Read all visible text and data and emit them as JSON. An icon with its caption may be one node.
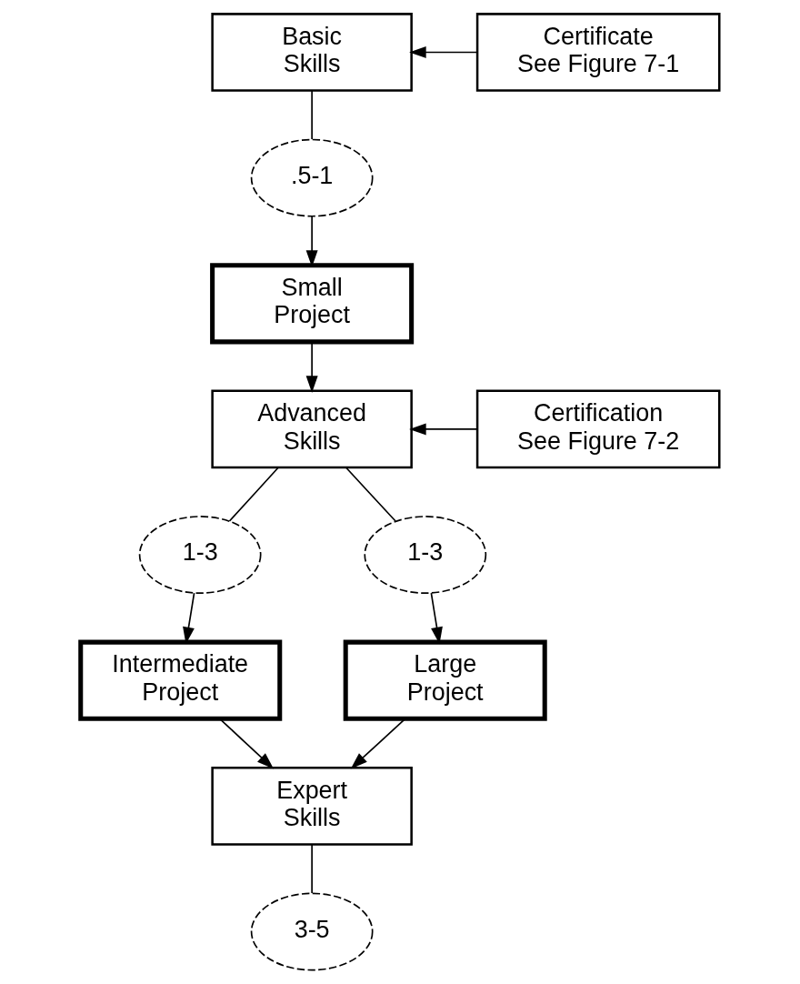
{
  "diagram": {
    "nodes": [
      {
        "text": [
          "Basic Skills"
        ]
      },
      {
        "text": [
          "Certificate See Figure 7-1"
        ]
      },
      {
        "text": [
          ".5-1"
        ]
      },
      {
        "text": [
          "Small Project"
        ]
      },
      {
        "text": [
          "Advanced Skills"
        ]
      },
      {
        "text": [
          "Certification See Figure 7-2"
        ]
      },
      {
        "text": [
          "1-3"
        ]
      },
      {
        "text": [
          "1-3"
        ]
      },
      {
        "text": [
          "Intermediate Project"
        ]
      },
      {
        "text": [
          "Large Project"
        ]
      },
      {
        "text": [
          "Expert Skills"
        ]
      },
      {
        "text": [
          "3-5"
        ]
      }
    ],
    "edges": [
      {
        "from": 1,
        "to": 0,
        "arrow": "to"
      },
      {
        "from": 0,
        "to": 2,
        "arrow": "none"
      },
      {
        "from": 2,
        "to": 3,
        "arrow": "to"
      },
      {
        "from": 3,
        "to": 4,
        "arrow": "to"
      },
      {
        "from": 5,
        "to": 4,
        "arrow": "to"
      },
      {
        "from": 4,
        "to": 6,
        "arrow": "none"
      },
      {
        "from": 4,
        "to": 7,
        "arrow": "none"
      },
      {
        "from": 6,
        "to": 8,
        "arrow": "to"
      },
      {
        "from": 7,
        "to": 9,
        "arrow": "to"
      },
      {
        "from": 8,
        "to": 10,
        "arrow": "to"
      },
      {
        "from": 9,
        "to": 10,
        "arrow": "to"
      },
      {
        "from": 10,
        "to": 11,
        "arrow": "none"
      }
    ]
  }
}
